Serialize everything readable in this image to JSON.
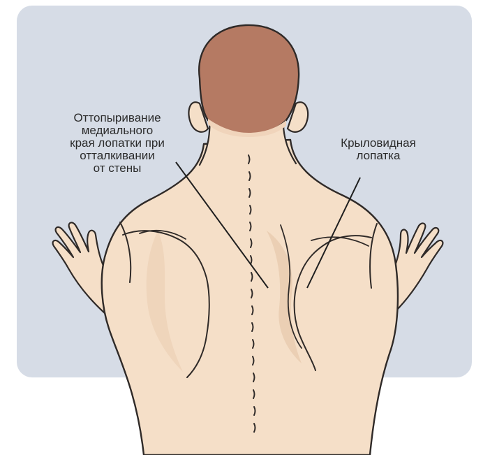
{
  "labels": {
    "medial_border": [
      "Оттопыривание",
      "медиального",
      "края лопатки при",
      "отталкивании",
      "от стены"
    ],
    "winged_scapula": [
      "Крыловидная",
      "лопатка"
    ]
  },
  "colors": {
    "wall": "#d6dce6",
    "skin": "#f5dfc8",
    "skin_shade": "#e9ccb0",
    "hair": "#b57a63",
    "outline": "#2f2a28",
    "leader_line": "#1f1f1f",
    "label_text": "#2b2b2b"
  }
}
